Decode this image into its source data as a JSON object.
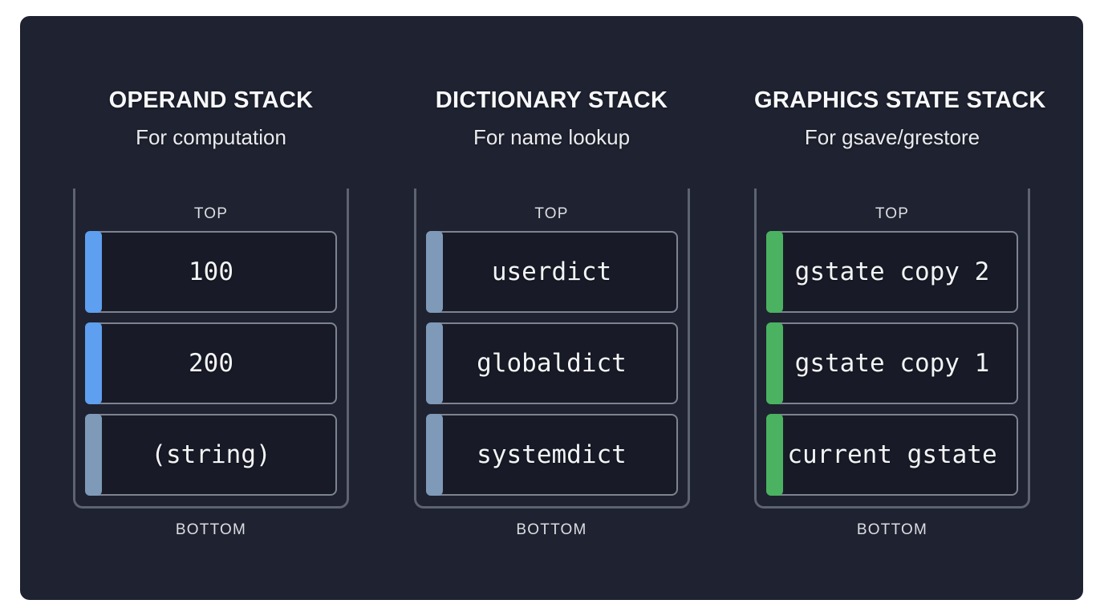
{
  "panel": {
    "page_background": "#ffffff",
    "panel_background": "#1f2230",
    "container_border_color": "#5d6370",
    "item_border_color": "#7d8391",
    "item_background": "#181b27"
  },
  "colors": {
    "operand_accent": "#5e9ff0",
    "string_accent": "#7f9ab9",
    "dictionary_accent": "#7f9ab9",
    "graphics_accent": "#4bb261"
  },
  "stacks": [
    {
      "title": "OPERAND STACK",
      "subtitle": "For computation",
      "top_label": "TOP",
      "bottom_label": "BOTTOM",
      "items": [
        {
          "label": "100",
          "accent_color": "#5e9ff0"
        },
        {
          "label": "200",
          "accent_color": "#5e9ff0"
        },
        {
          "label": "(string)",
          "accent_color": "#7f9ab9"
        }
      ]
    },
    {
      "title": "DICTIONARY STACK",
      "subtitle": "For name lookup",
      "top_label": "TOP",
      "bottom_label": "BOTTOM",
      "items": [
        {
          "label": "userdict",
          "accent_color": "#7f9ab9"
        },
        {
          "label": "globaldict",
          "accent_color": "#7f9ab9"
        },
        {
          "label": "systemdict",
          "accent_color": "#7f9ab9"
        }
      ]
    },
    {
      "title": "GRAPHICS STATE STACK",
      "subtitle": "For gsave/grestore",
      "top_label": "TOP",
      "bottom_label": "BOTTOM",
      "items": [
        {
          "label": "gstate copy 2",
          "accent_color": "#4bb261"
        },
        {
          "label": "gstate copy 1",
          "accent_color": "#4bb261"
        },
        {
          "label": "current gstate",
          "accent_color": "#4bb261"
        }
      ]
    }
  ]
}
